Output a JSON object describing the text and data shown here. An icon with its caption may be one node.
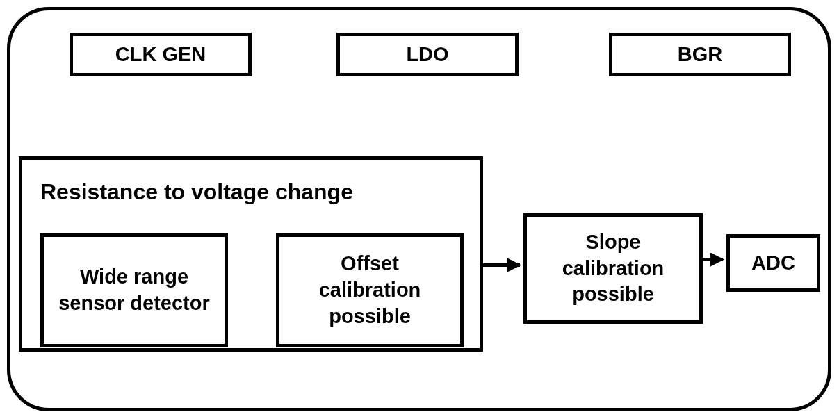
{
  "diagram": {
    "nodes": [
      {
        "text": [],
        "shape": "box"
      },
      {
        "text": [
          "CLK GEN"
        ],
        "in": 0
      },
      {
        "text": [
          "LDO"
        ],
        "in": 0
      },
      {
        "text": [
          "BGR"
        ],
        "in": 0
      },
      {
        "text": [
          "Resistance to voltage change"
        ],
        "in": 0
      },
      {
        "text": [
          "Wide range sensor detector"
        ],
        "in": 4
      },
      {
        "text": [
          "Offset calibration possible"
        ],
        "in": 4
      },
      {
        "text": [
          "Slope calibration possible"
        ],
        "in": 0
      },
      {
        "text": [
          "ADC"
        ],
        "in": 0
      }
    ],
    "edges": [
      {
        "from": 4,
        "to": 7,
        "arrow": "to"
      },
      {
        "from": 7,
        "to": 8,
        "arrow": "to"
      }
    ]
  }
}
